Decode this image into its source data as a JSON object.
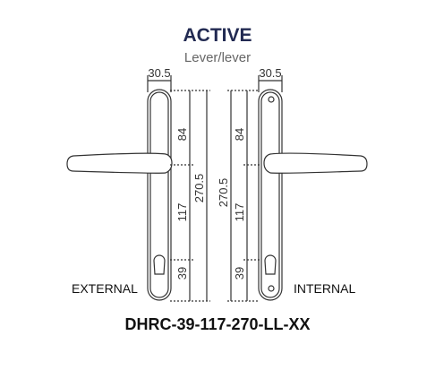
{
  "header": {
    "title": "ACTIVE",
    "subtitle": "Lever/lever"
  },
  "labels": {
    "external": "EXTERNAL",
    "internal": "INTERNAL"
  },
  "dimensions": {
    "width": "30.5",
    "overall": "270.5",
    "upper": "84",
    "middle": "117",
    "lower": "39"
  },
  "product_code": "DHRC-39-117-270-LL-XX",
  "colors": {
    "title": "#222a52",
    "line": "#333333"
  }
}
